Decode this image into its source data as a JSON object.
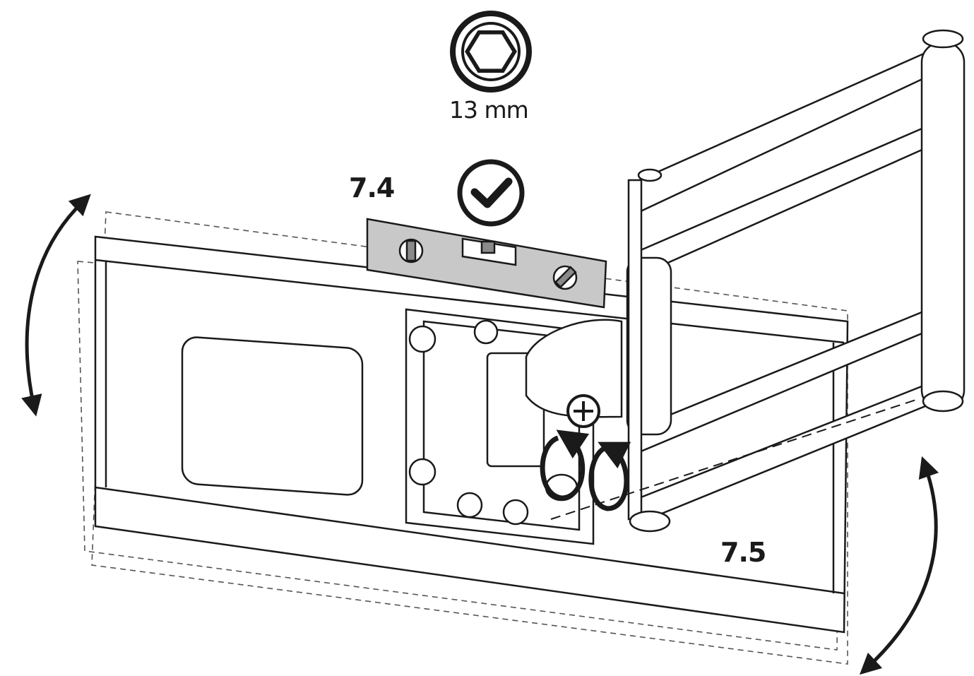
{
  "tool": {
    "size_label": "13 mm",
    "icon": "hex-socket-icon"
  },
  "steps": [
    {
      "id": "7.4",
      "label": "7.4",
      "icon": "spirit-level-check-icon"
    },
    {
      "id": "7.5",
      "label": "7.5",
      "icon": "tighten-bolt-rotation-icon"
    }
  ],
  "symbols": {
    "plus": "plus-circle-icon",
    "check": "checkmark-circle-icon"
  },
  "colors": {
    "line": "#1a1a1a",
    "level_fill": "#c8c8c8",
    "bubble": "#8a8a8a"
  }
}
